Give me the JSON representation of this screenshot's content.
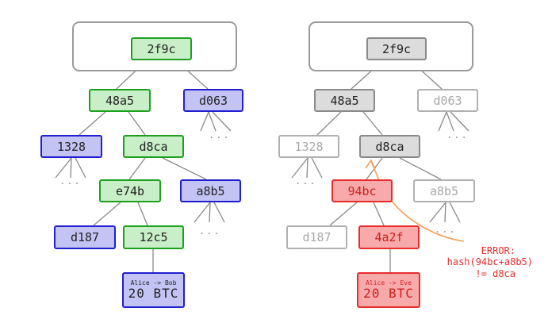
{
  "valid_tree": {
    "root": "2f9c",
    "level1": [
      "48a5",
      "d063"
    ],
    "level2": [
      "1328",
      "d8ca"
    ],
    "level3": [
      "e74b",
      "a8b5"
    ],
    "level4": [
      "d187",
      "12c5"
    ],
    "tx_line1": "Alice -> Bob",
    "tx_line2": "20 BTC",
    "ellipsis": "..."
  },
  "tampered_tree": {
    "root": "2f9c",
    "level1": [
      "48a5",
      "d063"
    ],
    "level2": [
      "1328",
      "d8ca"
    ],
    "level3": [
      "94bc",
      "a8b5"
    ],
    "level4": [
      "d187",
      "4a2f"
    ],
    "tx_line1": "Alice -> Eve",
    "tx_line2": "20 BTC",
    "ellipsis": "...",
    "error_line1": "ERROR:",
    "error_line2": "hash(94bc+a8b5)",
    "error_line3": "!= d8ca"
  },
  "colors": {
    "green_fill": "#c8efc8",
    "green_border": "#1ea01e",
    "blue_fill": "#c4c4f4",
    "blue_border": "#2020d0",
    "gray_fill": "#dcdcdc",
    "gray_border": "#8a8a8a",
    "red_fill": "#f8aaaa",
    "red_border": "#e82c2c",
    "arrow": "#f4a05a"
  }
}
